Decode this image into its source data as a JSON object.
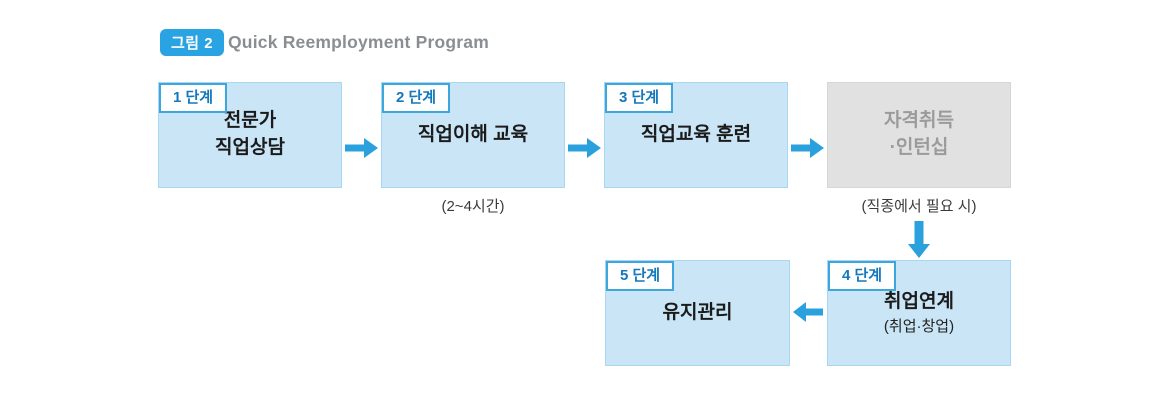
{
  "header": {
    "figure_badge": "그림 2",
    "title": "Quick Reemployment Program"
  },
  "steps": {
    "s1": {
      "badge": "1 단계",
      "line1": "전문가",
      "line2": "직업상담"
    },
    "s2": {
      "badge": "2 단계",
      "line1": "직업이해 교육",
      "caption": "(2~4시간)"
    },
    "s3": {
      "badge": "3 단계",
      "line1": "직업교육 훈련"
    },
    "cert": {
      "line1": "자격취득",
      "line2": "·인턴십",
      "caption": "(직종에서 필요 시)"
    },
    "s4": {
      "badge": "4 단계",
      "line1": "취업연계",
      "line2": "(취업·창업)"
    },
    "s5": {
      "badge": "5 단계",
      "line1": "유지관리"
    }
  },
  "colors": {
    "accent_blue": "#2aa0dc",
    "figure_badge_blue": "#29a3e2",
    "box_blue_fill": "#c9e5f6",
    "box_gray_fill": "#e1e1e1",
    "step_badge_text_blue": "#1478bd",
    "step_badge_border_blue": "#3da7dd",
    "gray_box_text": "#9b9b9b",
    "title_gray": "#8a8e92"
  }
}
